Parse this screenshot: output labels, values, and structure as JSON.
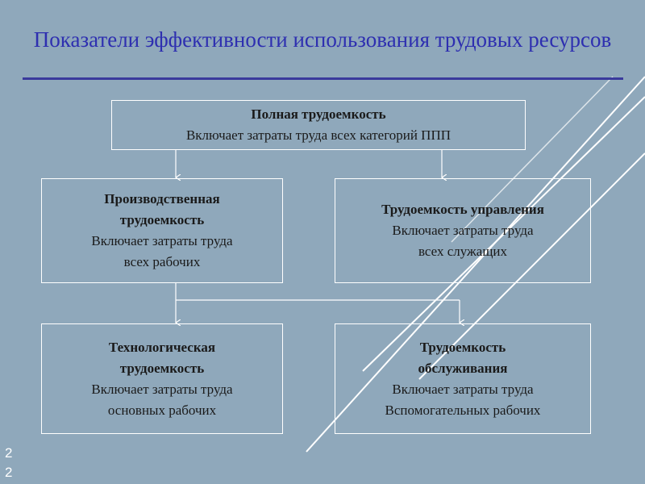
{
  "title": "Показатели эффективности использования трудовых ресурсов",
  "boxes": {
    "full": {
      "heading": "Полная трудоемкость",
      "desc_line1": "Включает затраты труда всех категорий ППП"
    },
    "production": {
      "heading_line1": "Производственная",
      "heading_line2": "трудоемкость",
      "desc_line1": "Включает затраты труда",
      "desc_line2": "всех рабочих"
    },
    "management": {
      "heading": "Трудоемкость управления",
      "desc_line1": "Включает затраты труда",
      "desc_line2": "всех служащих"
    },
    "technological": {
      "heading_line1": "Технологическая",
      "heading_line2": "трудоемкость",
      "desc_line1": "Включает затраты труда",
      "desc_line2": "основных рабочих"
    },
    "service": {
      "heading_line1": "Трудоемкость",
      "heading_line2": "обслуживания",
      "desc_line1": "Включает затраты труда",
      "desc_line2": "Вспомогательных рабочих"
    }
  },
  "slide_number": {
    "digit1": "2",
    "digit2": "2"
  },
  "colors": {
    "background": "#8fa8bb",
    "title": "#2e2fb0",
    "box_border": "#ffffff",
    "connector": "#ffffff"
  }
}
